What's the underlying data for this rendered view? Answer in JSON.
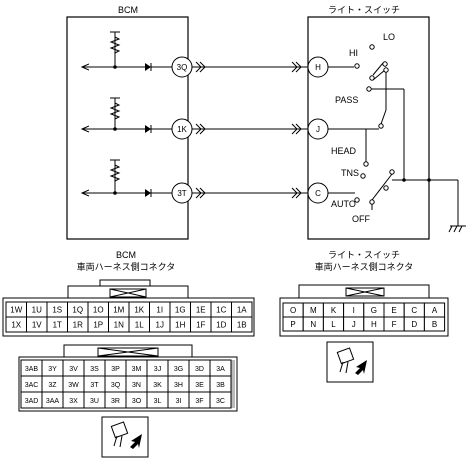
{
  "bcm": {
    "title": "BCM",
    "terminals": [
      "3Q",
      "1K",
      "3T"
    ]
  },
  "light_switch": {
    "title": "ライト・スイッチ",
    "terminals": [
      "H",
      "J",
      "C"
    ],
    "positions": [
      "LO",
      "HI",
      "PASS",
      "HEAD",
      "TNS",
      "AUTO",
      "OFF"
    ]
  },
  "bcm_connector": {
    "caption_line1": "BCM",
    "caption_line2": "車両ハーネス側コネクタ",
    "connector_a": {
      "row1": [
        "1W",
        "1U",
        "1S",
        "1Q",
        "1O",
        "1M",
        "1K",
        "1I",
        "1G",
        "1E",
        "1C",
        "1A"
      ],
      "row2": [
        "1X",
        "1V",
        "1T",
        "1R",
        "1P",
        "1N",
        "1L",
        "1J",
        "1H",
        "1F",
        "1D",
        "1B"
      ]
    },
    "connector_b": {
      "row1": [
        "3AB",
        "3Y",
        "3V",
        "3S",
        "3P",
        "3M",
        "3J",
        "3G",
        "3D",
        "3A"
      ],
      "row2": [
        "3AC",
        "3Z",
        "3W",
        "3T",
        "3Q",
        "3N",
        "3K",
        "3H",
        "3E",
        "3B"
      ],
      "row3": [
        "3AD",
        "3AA",
        "3X",
        "3U",
        "3R",
        "3O",
        "3L",
        "3I",
        "3F",
        "3C"
      ]
    }
  },
  "switch_connector": {
    "caption_line1": "ライト・スイッチ",
    "caption_line2": "車両ハーネス側コネクタ",
    "row1": [
      "O",
      "M",
      "K",
      "I",
      "G",
      "E",
      "C",
      "A"
    ],
    "row2": [
      "P",
      "N",
      "L",
      "J",
      "H",
      "F",
      "D",
      "B"
    ]
  }
}
